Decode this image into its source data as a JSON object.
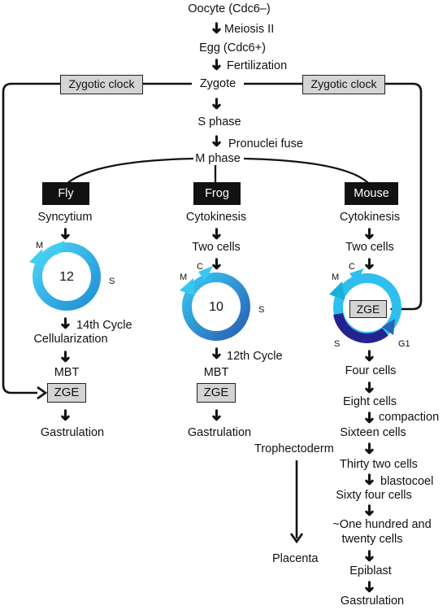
{
  "top": {
    "oocyte": "Oocyte (Cdc6–)",
    "meiosis": "Meiosis II",
    "egg": "Egg (Cdc6+)",
    "fertilization": "Fertilization",
    "zygote": "Zygote",
    "zygotic_clock_left": "Zygotic clock",
    "zygotic_clock_right": "Zygotic clock",
    "s_phase": "S phase",
    "pronuclei": "Pronuclei fuse",
    "m_phase": "M phase"
  },
  "fly": {
    "title": "Fly",
    "syncytium": "Syncytium",
    "cycle_count": "12",
    "m": "M",
    "s": "S",
    "cycle14": "14th Cycle",
    "cellularization": "Cellularization",
    "mbt": "MBT",
    "zge": "ZGE",
    "gastrulation": "Gastrulation"
  },
  "frog": {
    "title": "Frog",
    "cytokinesis": "Cytokinesis",
    "two_cells": "Two cells",
    "cycle_count": "10",
    "c": "C",
    "m": "M",
    "s": "S",
    "cycle12": "12th Cycle",
    "mbt": "MBT",
    "zge": "ZGE",
    "gastrulation": "Gastrulation"
  },
  "mouse": {
    "title": "Mouse",
    "cytokinesis": "Cytokinesis",
    "two_cells": "Two cells",
    "c": "C",
    "m": "M",
    "s": "S",
    "g1": "G1",
    "zge": "ZGE",
    "four_cells": "Four cells",
    "eight_cells": "Eight cells",
    "compaction": "compaction",
    "sixteen_cells": "Sixteen cells",
    "trophectoderm": "Trophectoderm",
    "thirty_two": "Thirty two cells",
    "blastocoel": "blastocoel",
    "sixty_four": "Sixty four cells",
    "one_hundred_line1": "~One hundred and",
    "one_hundred_line2": "twenty cells",
    "placenta": "Placenta",
    "epiblast": "Epiblast",
    "gastrulation": "Gastrulation"
  },
  "colors": {
    "cycle_light": "#29c1ef",
    "cycle_dark": "#2a63b8",
    "g1_dark": "#23238f",
    "box_grey": "#d4d4d4",
    "box_black": "#111111"
  }
}
